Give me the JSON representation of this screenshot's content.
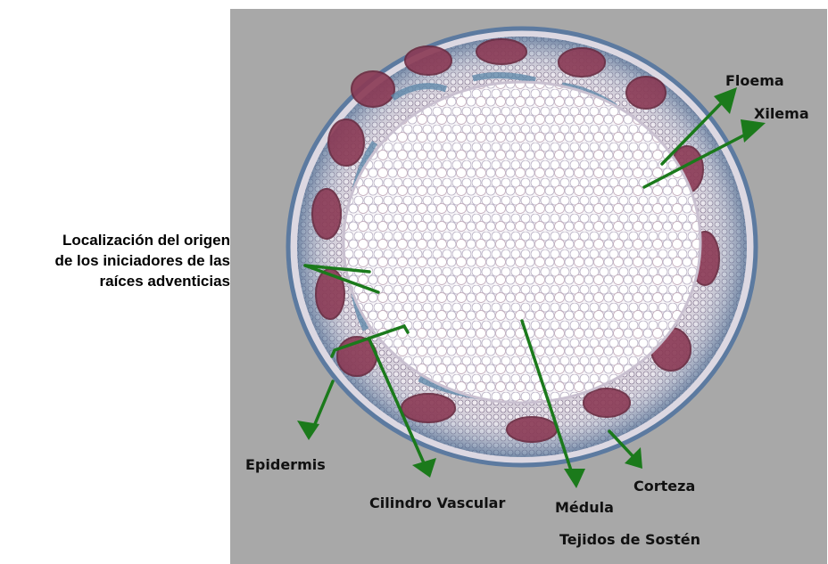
{
  "side_label": {
    "lines": [
      "Localización del origen",
      "de los iniciadores de las",
      "raíces adventicias"
    ]
  },
  "labels": {
    "floema": "Floema",
    "xilema": "Xilema",
    "epidermis": "Epidermis",
    "cilindro_vascular": "Cilindro Vascular",
    "medula": "Médula",
    "corteza": "Corteza",
    "tejidos_sosten": "Tejidos de Sostén"
  },
  "colors": {
    "panel_background": "#a8a8a8",
    "arrow": "#1b7a1b",
    "section_fill": "#e8e4ec",
    "vascular_bundle": "#8b3a55",
    "collenchyma": "#5a86a8"
  },
  "icons": {
    "arrow": "arrow-icon",
    "specimen": "stem-cross-section-image"
  }
}
